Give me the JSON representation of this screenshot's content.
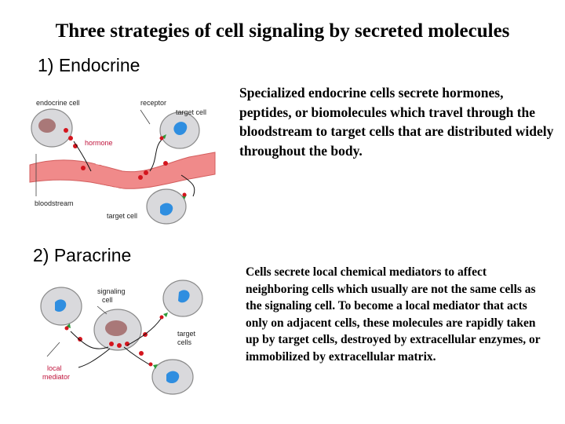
{
  "title": "Three strategies of cell signaling by secreted molecules",
  "sections": [
    {
      "heading": "1) Endocrine",
      "description": "Specialized endocrine cells secrete hormones, peptides, or biomolecules which travel through the bloodstream to target cells that are distributed widely throughout the body.",
      "diagram_labels": {
        "endocrine_cell": "endocrine cell",
        "receptor": "receptor",
        "target_cell_top": "target cell",
        "hormone": "hormone",
        "bloodstream": "bloodstream",
        "target_cell_bottom": "target cell"
      }
    },
    {
      "heading": "2) Paracrine",
      "description": "Cells secrete local chemical mediators to affect neighboring cells which usually are not the same cells as the signaling cell. To become a local mediator that acts only on adjacent cells, these molecules are rapidly taken up by target cells, destroyed by extracellular enzymes, or immobilized by extracellular matrix.",
      "diagram_labels": {
        "signaling": "signaling",
        "cell": "cell",
        "target": "target",
        "cells": "cells",
        "local": "local",
        "mediator": "mediator"
      }
    }
  ],
  "colors": {
    "cell_fill": "#d9d9dc",
    "cell_stroke": "#8a8a8a",
    "nucleus_endocrine": "#a97878",
    "nucleus_target": "#2f8ee0",
    "molecule": "#d4151e",
    "receptor": "#2c9a3a",
    "bloodstream": "#f08a8a",
    "hormone_label": "#c0143c"
  }
}
